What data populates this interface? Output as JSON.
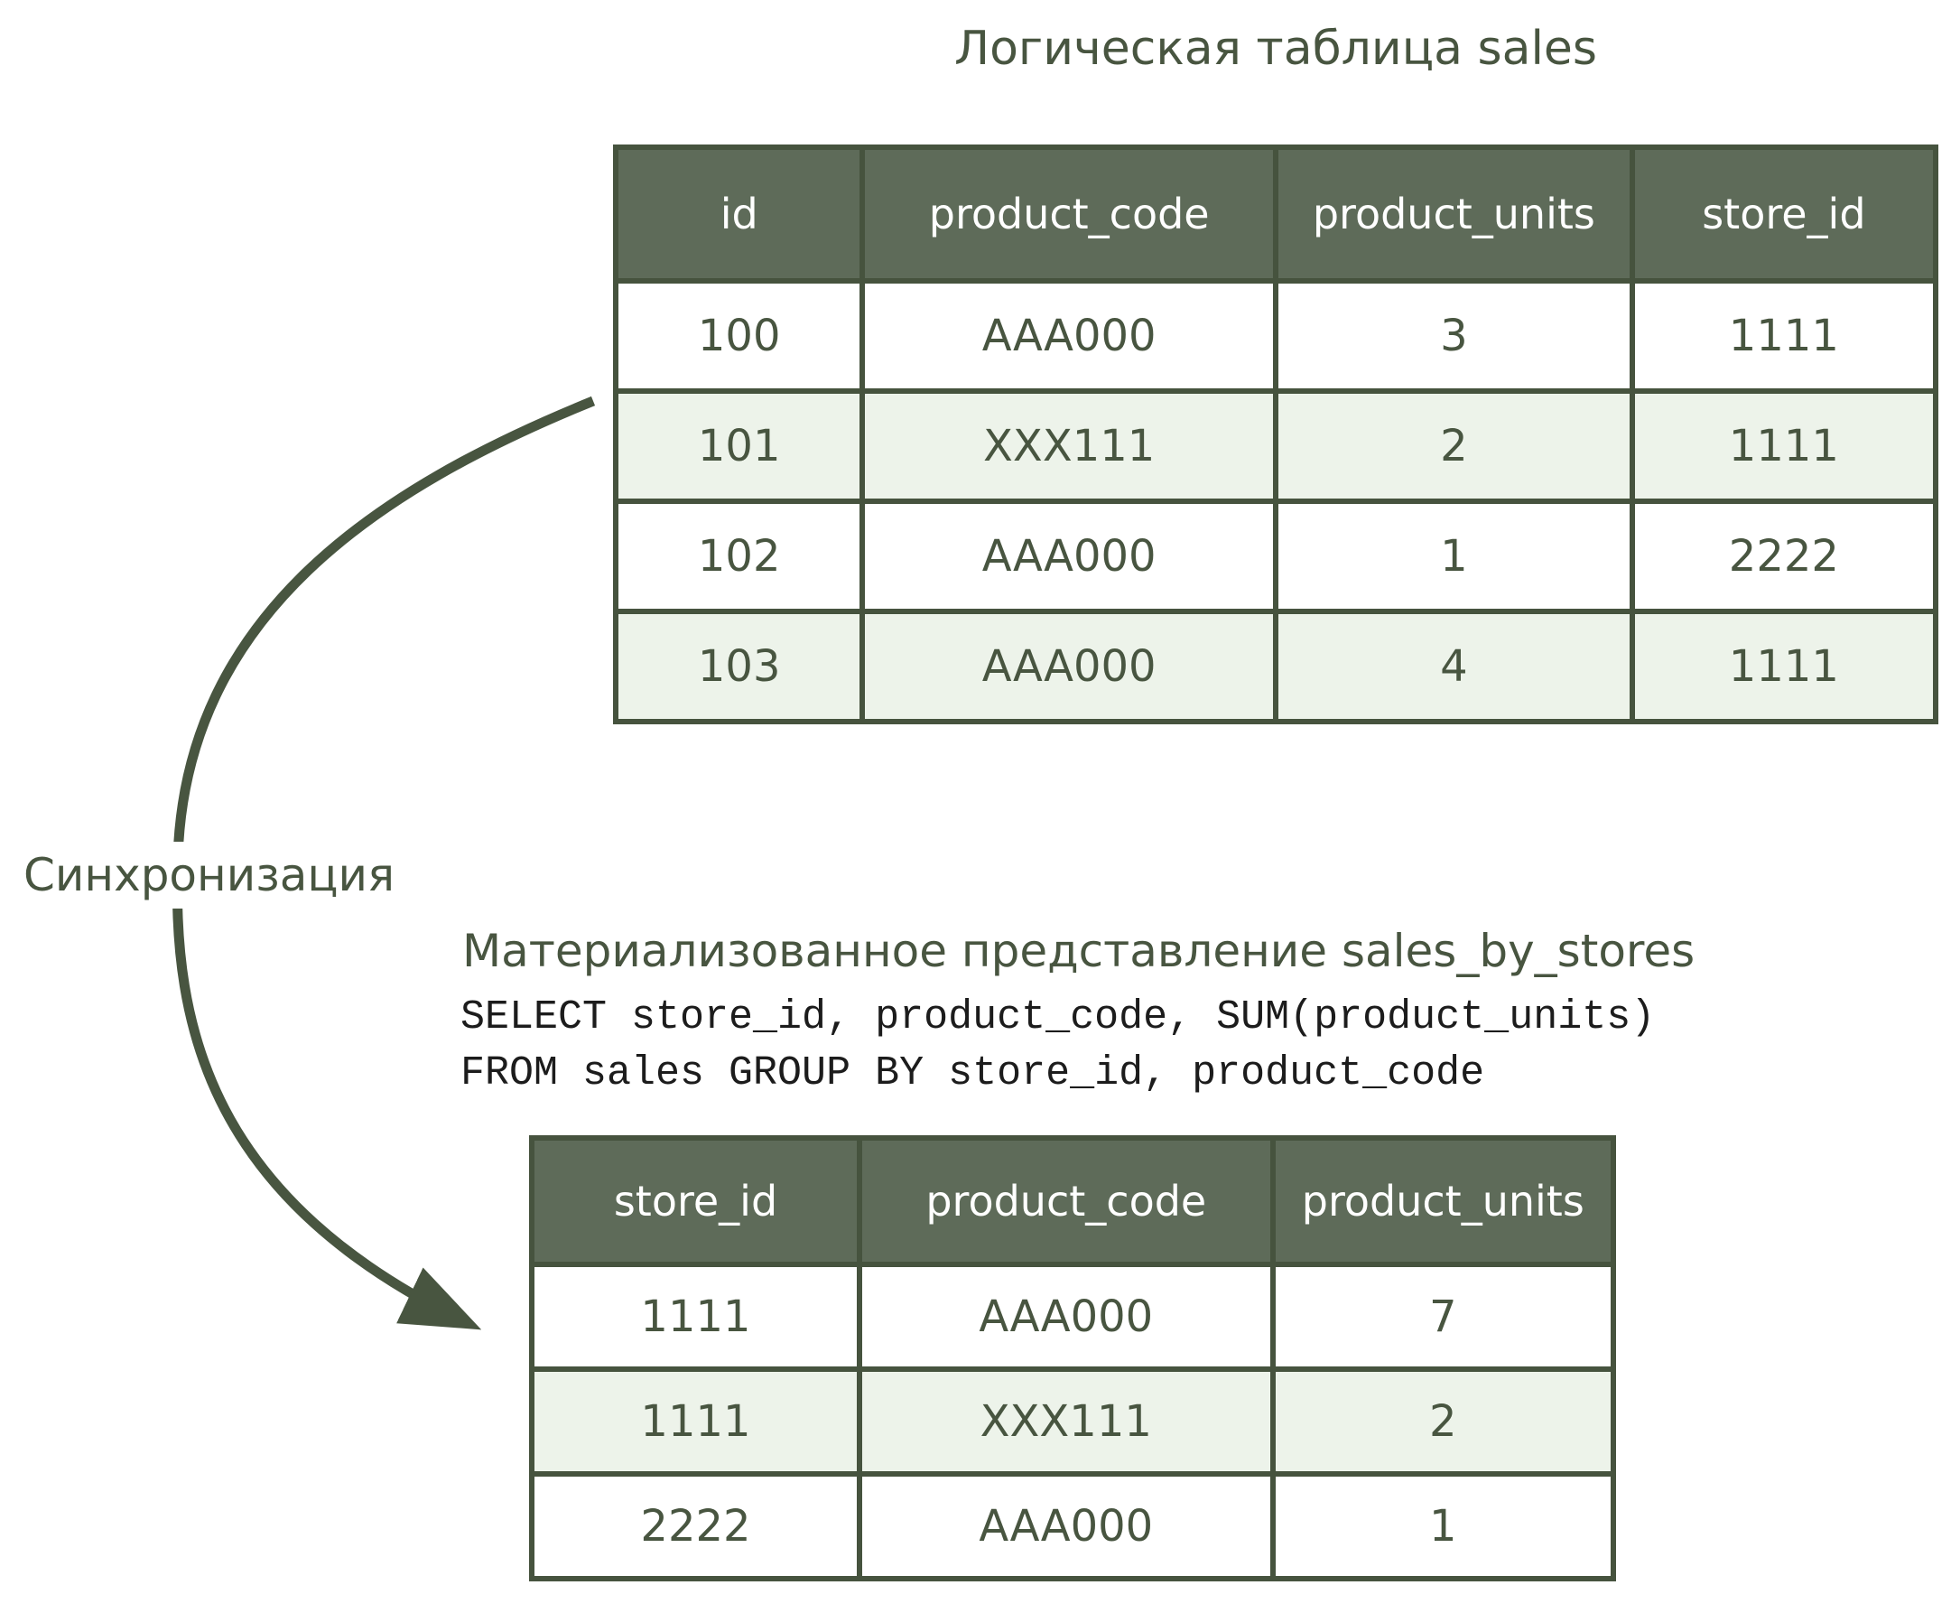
{
  "sync_label": "Синхронизация",
  "top_table": {
    "title": "Логическая таблица sales",
    "columns": [
      "id",
      "product_code",
      "product_units",
      "store_id"
    ],
    "rows": [
      [
        "100",
        "AAA000",
        "3",
        "1111"
      ],
      [
        "101",
        "XXX111",
        "2",
        "1111"
      ],
      [
        "102",
        "AAA000",
        "1",
        "2222"
      ],
      [
        "103",
        "AAA000",
        "4",
        "1111"
      ]
    ]
  },
  "bottom_table": {
    "title": "Материализованное представление sales_by_stores",
    "sql": [
      "SELECT store_id, product_code, SUM(product_units)",
      "FROM sales GROUP BY store_id, product_code"
    ],
    "columns": [
      "store_id",
      "product_code",
      "product_units"
    ],
    "rows": [
      [
        "1111",
        "AAA000",
        "7"
      ],
      [
        "1111",
        "XXX111",
        "2"
      ],
      [
        "2222",
        "AAA000",
        "1"
      ]
    ]
  },
  "colors": {
    "ink": "#485540",
    "table_border": "#46533e",
    "header_background": "#5e6b59",
    "header_text": "#ffffff",
    "alternate_row": "#edf3ea",
    "sql_text": "#1c1c1c"
  }
}
